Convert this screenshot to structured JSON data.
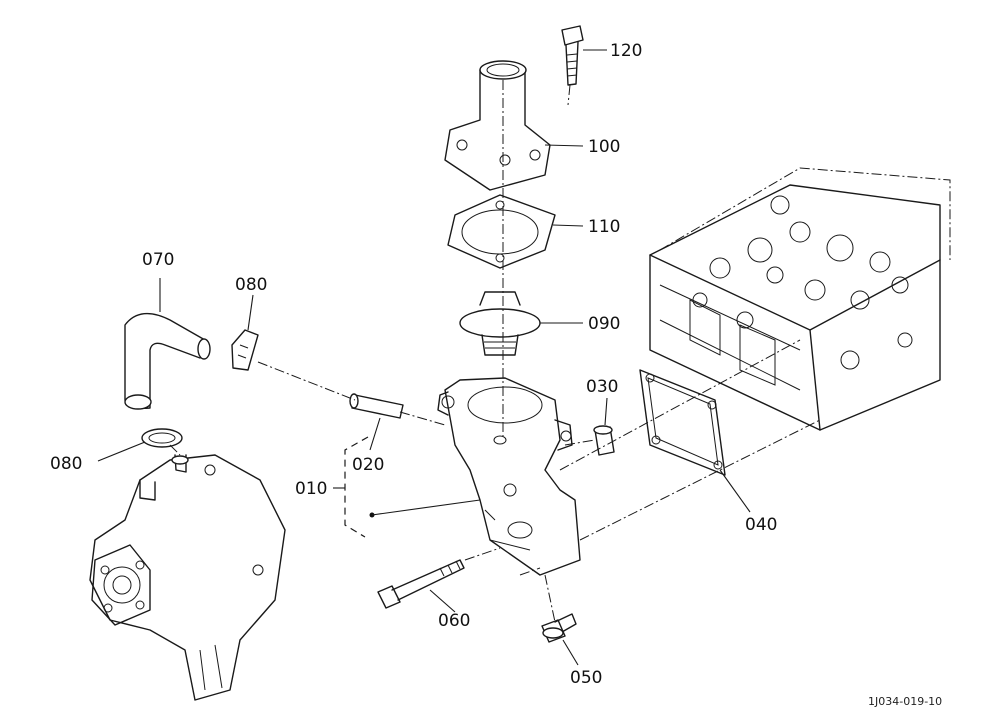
{
  "diagram": {
    "ref_code": "1J034-019-10",
    "parts": [
      {
        "key": "p120",
        "label": "120"
      },
      {
        "key": "p100",
        "label": "100"
      },
      {
        "key": "p110",
        "label": "110"
      },
      {
        "key": "p090",
        "label": "090"
      },
      {
        "key": "p070",
        "label": "070"
      },
      {
        "key": "p080a",
        "label": "080"
      },
      {
        "key": "p030",
        "label": "030"
      },
      {
        "key": "p080b",
        "label": "080"
      },
      {
        "key": "p020",
        "label": "020"
      },
      {
        "key": "p010",
        "label": "010"
      },
      {
        "key": "p040",
        "label": "040"
      },
      {
        "key": "p060",
        "label": "060"
      },
      {
        "key": "p050",
        "label": "050"
      }
    ]
  }
}
